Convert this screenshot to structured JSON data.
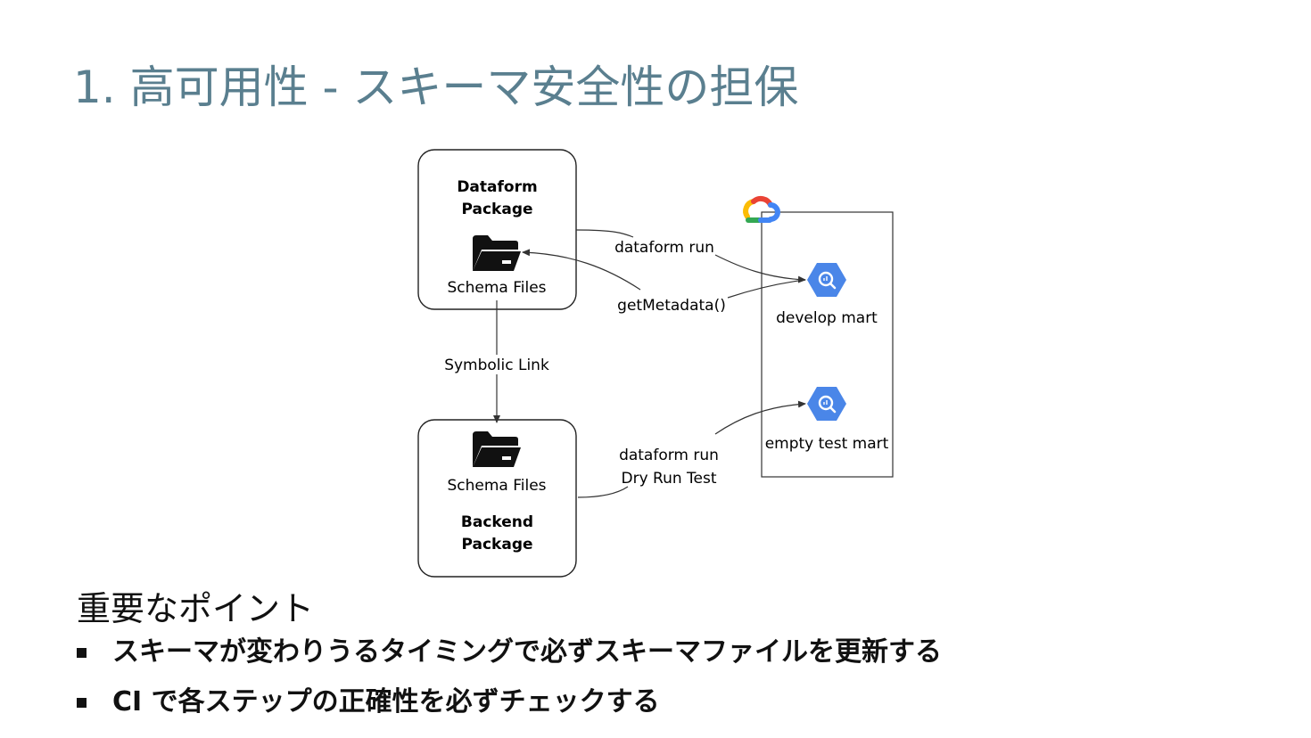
{
  "slide": {
    "title": "1. 高可用性 - スキーマ安全性の担保"
  },
  "diagram": {
    "dataform_package": {
      "line1": "Dataform",
      "line2": "Package",
      "folder_label": "Schema Files"
    },
    "backend_package": {
      "line1": "Backend",
      "line2": "Package",
      "folder_label": "Schema Files"
    },
    "link_label": "Symbolic Link",
    "edge_run_label": "dataform run",
    "edge_metadata_label": "getMetadata()",
    "edge_dryrun_line1": "dataform run",
    "edge_dryrun_line2": "Dry Run Test",
    "develop_mart_label": "develop mart",
    "test_mart_label": "empty test mart",
    "colors": {
      "box_stroke": "#222222",
      "arrow": "#333333",
      "bigquery": "#4a86e8",
      "gcp_red": "#ea4335",
      "gcp_blue": "#4285f4",
      "gcp_yellow": "#fbbc04",
      "gcp_green": "#34a853"
    }
  },
  "key_points": {
    "heading": "重要なポイント",
    "items": [
      "スキーマが変わりうるタイミングで必ずスキーマファイルを更新する",
      "CI で各ステップの正確性を必ずチェックする"
    ]
  }
}
